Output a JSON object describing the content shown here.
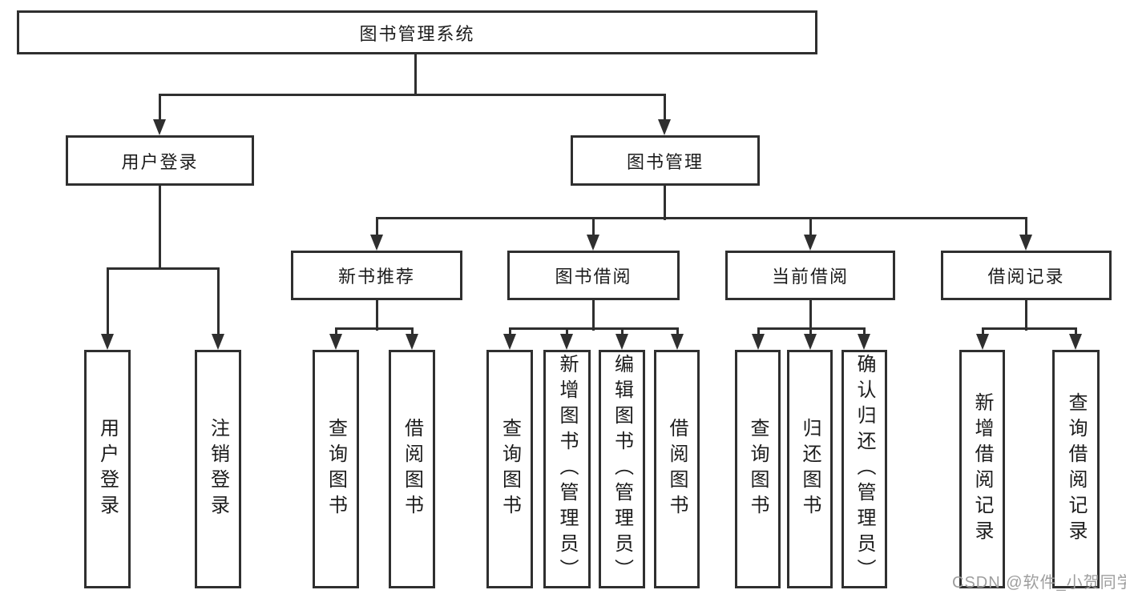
{
  "diagram": {
    "type": "tree",
    "title": "图书管理系统"
  },
  "nodes": {
    "root": {
      "label": "图书管理系统"
    },
    "user-login": {
      "label": "用户登录"
    },
    "book-mgmt": {
      "label": "图书管理"
    },
    "new-book-rec": {
      "label": "新书推荐"
    },
    "book-borrow": {
      "label": "图书借阅"
    },
    "current-borrow": {
      "label": "当前借阅"
    },
    "borrow-records": {
      "label": "借阅记录"
    },
    "leaf-user-login": {
      "label": "用户登录"
    },
    "leaf-logout": {
      "label": "注销登录"
    },
    "rec-query-book": {
      "label": "查询图书"
    },
    "rec-borrow-book": {
      "label": "借阅图书"
    },
    "bb-query-book": {
      "label": "查询图书"
    },
    "bb-add-book": {
      "label": "新增图书（管理员）"
    },
    "bb-edit-book": {
      "label": "编辑图书（管理员）"
    },
    "bb-borrow-book": {
      "label": "借阅图书"
    },
    "cb-query-book": {
      "label": "查询图书"
    },
    "cb-return-book": {
      "label": "归还图书"
    },
    "cb-confirm-return": {
      "label": "确认归还（管理员）"
    },
    "br-add-record": {
      "label": "新增借阅记录"
    },
    "br-query-record": {
      "label": "查询借阅记录"
    }
  },
  "hierarchy": {
    "root": [
      "user-login",
      "book-mgmt"
    ],
    "user-login": [
      "leaf-user-login",
      "leaf-logout"
    ],
    "book-mgmt": [
      "new-book-rec",
      "book-borrow",
      "current-borrow",
      "borrow-records"
    ],
    "new-book-rec": [
      "rec-query-book",
      "rec-borrow-book"
    ],
    "book-borrow": [
      "bb-query-book",
      "bb-add-book",
      "bb-edit-book",
      "bb-borrow-book"
    ],
    "current-borrow": [
      "cb-query-book",
      "cb-return-book",
      "cb-confirm-return"
    ],
    "borrow-records": [
      "br-add-record",
      "br-query-record"
    ]
  },
  "watermark": {
    "text": "CSDN @软件_小贺同学"
  },
  "colors": {
    "line": "#2f2f2f",
    "text": "#1c1c1c",
    "background": "#ffffff",
    "watermark": "#9e9e9e"
  }
}
